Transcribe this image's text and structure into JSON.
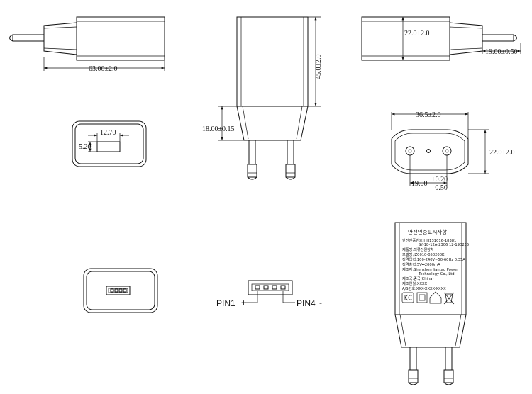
{
  "dimensions": {
    "width_total": "63.00±2.0",
    "height_total": "45.0±2.0",
    "depth": "22.0±2.0",
    "pin_length": "19.00±0.50",
    "plug_height": "18.00±0.15",
    "usb_width": "12.70",
    "usb_height": "5.20",
    "plug_face_width": "36.5±2.0",
    "plug_face_height": "22.0±2.0",
    "pin_spacing_main": "19.00",
    "pin_spacing_plus": "+0.20",
    "pin_spacing_minus": "-0.50"
  },
  "pins": {
    "pin1": "PIN1",
    "pin1_sign": "+",
    "pin4": "PIN4",
    "pin4_sign": "-"
  },
  "label_text": {
    "title": "안전인증표시사항",
    "lines": [
      "안전인증번호:HH131016-18381",
      "SY-18-12A-2306 12-190235",
      "제품명:직류전원장치",
      "모델명:JZ0010-050200K",
      "정격입력:100-240V~50-60Hz 0.35A",
      "정격출력:5V⎓2000mA",
      "제조자:Shenzhen Jiantao Power",
      "Technology Co., Ltd.",
      "제조국:중국(China)",
      "제조연월:XXXX",
      "A/S번호:XXX-XXXX-XXXX"
    ]
  }
}
